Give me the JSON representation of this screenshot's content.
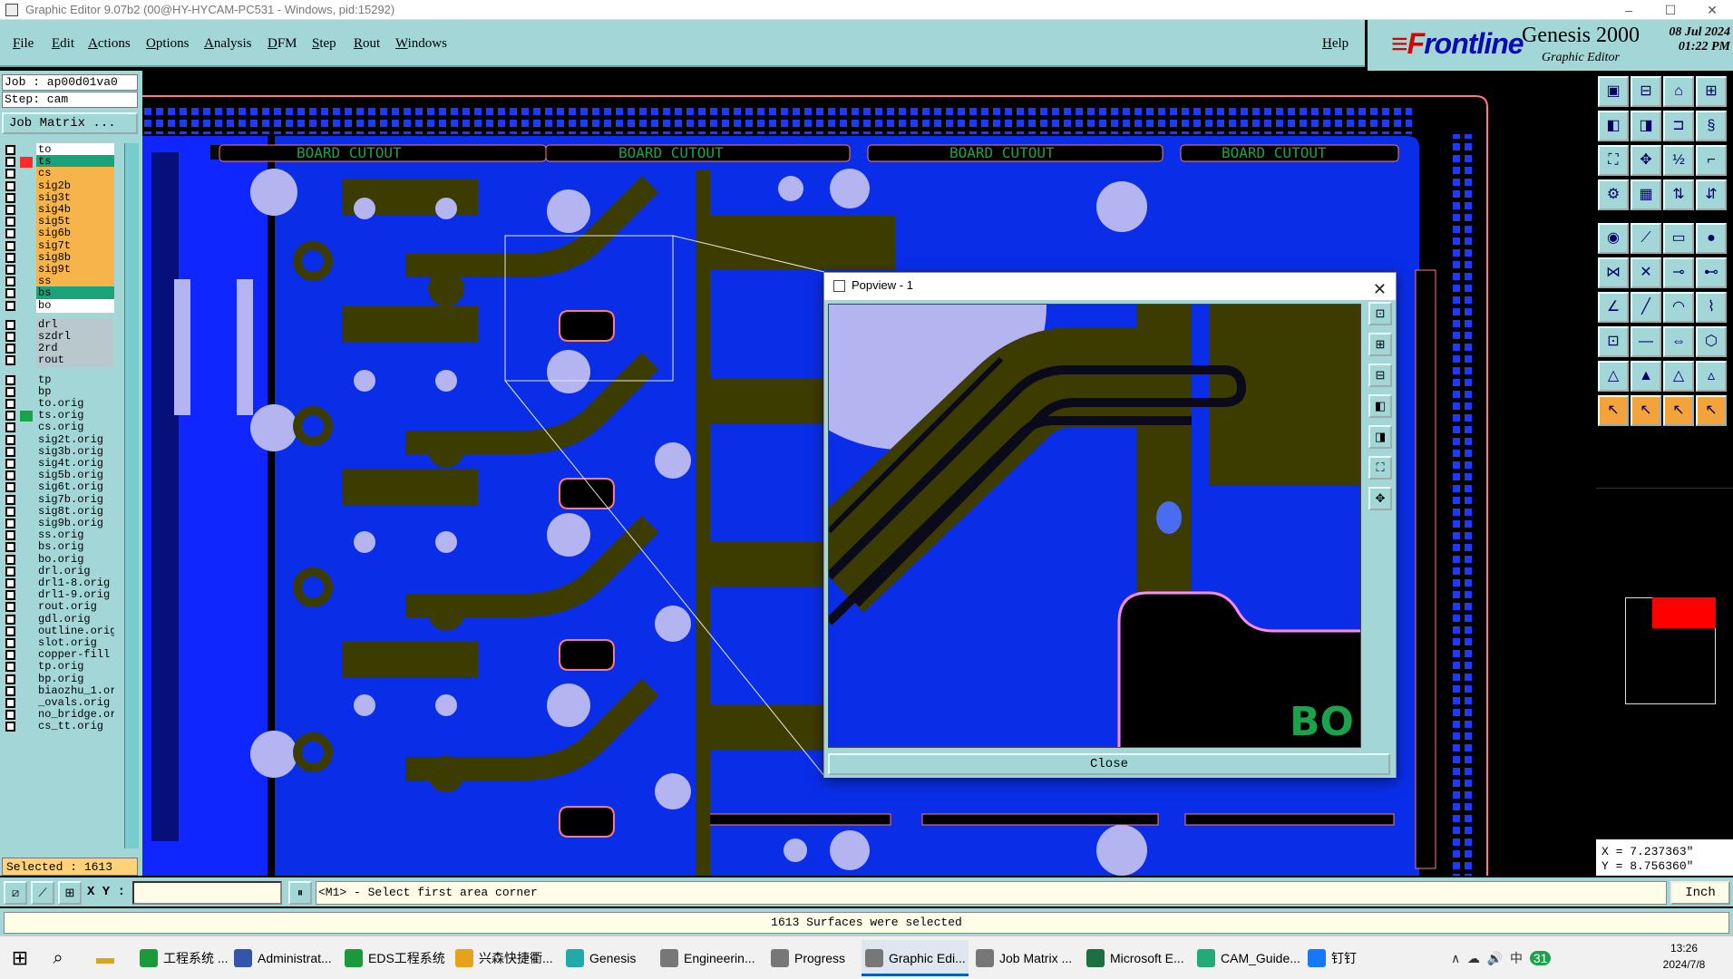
{
  "window": {
    "title": "Graphic Editor 9.07b2 (00@HY-HYCAM-PC531 - Windows, pid:15292)",
    "min": "–",
    "max": "☐",
    "close": "✕"
  },
  "menu": {
    "items": [
      "File",
      "Edit",
      "Actions",
      "Options",
      "Analysis",
      "DFM",
      "Step",
      "Rout",
      "Windows"
    ],
    "help": "Help"
  },
  "brand": {
    "logo_prefix": "≡F",
    "logo": "rontline",
    "product": "Genesis 2000",
    "subtitle": "Graphic Editor",
    "date": "08 Jul 2024",
    "time": "01:22 PM"
  },
  "job": {
    "job_line": "Job : ap00d01va0",
    "step_line": "Step: cam",
    "matrix_button": "Job Matrix ..."
  },
  "layers": [
    {
      "name": "to",
      "color": "#ffffff"
    },
    {
      "name": "ts",
      "color": "#1aa37a"
    },
    {
      "name": "cs",
      "color": "#f7b44a"
    },
    {
      "name": "sig2b",
      "color": "#f7b44a"
    },
    {
      "name": "sig3t",
      "color": "#f7b44a"
    },
    {
      "name": "sig4b",
      "color": "#f7b44a"
    },
    {
      "name": "sig5t",
      "color": "#f7b44a"
    },
    {
      "name": "sig6b",
      "color": "#f7b44a"
    },
    {
      "name": "sig7t",
      "color": "#f7b44a"
    },
    {
      "name": "sig8b",
      "color": "#f7b44a"
    },
    {
      "name": "sig9t",
      "color": "#f7b44a"
    },
    {
      "name": "ss",
      "color": "#f7b44a"
    },
    {
      "name": "bs",
      "color": "#1aa37a"
    },
    {
      "name": "bo",
      "color": "#ffffff"
    },
    {
      "name": "drl",
      "color": "#b8c8cc"
    },
    {
      "name": "szdrl",
      "color": "#b8c8cc"
    },
    {
      "name": "2rd",
      "color": "#b8c8cc"
    },
    {
      "name": "rout",
      "color": "#b8c8cc"
    },
    {
      "name": "tp",
      "color": "#a3d6d6"
    },
    {
      "name": "bp",
      "color": "#a3d6d6"
    },
    {
      "name": "to.orig",
      "color": "#a3d6d6"
    },
    {
      "name": "ts.orig",
      "color": "#a3d6d6"
    },
    {
      "name": "cs.orig",
      "color": "#a3d6d6"
    },
    {
      "name": "sig2t.orig",
      "color": "#a3d6d6"
    },
    {
      "name": "sig3b.orig",
      "color": "#a3d6d6"
    },
    {
      "name": "sig4t.orig",
      "color": "#a3d6d6"
    },
    {
      "name": "sig5b.orig",
      "color": "#a3d6d6"
    },
    {
      "name": "sig6t.orig",
      "color": "#a3d6d6"
    },
    {
      "name": "sig7b.orig",
      "color": "#a3d6d6"
    },
    {
      "name": "sig8t.orig",
      "color": "#a3d6d6"
    },
    {
      "name": "sig9b.orig",
      "color": "#a3d6d6"
    },
    {
      "name": "ss.orig",
      "color": "#a3d6d6"
    },
    {
      "name": "bs.orig",
      "color": "#a3d6d6"
    },
    {
      "name": "bo.orig",
      "color": "#a3d6d6"
    },
    {
      "name": "drl.orig",
      "color": "#a3d6d6"
    },
    {
      "name": "drl1-8.orig",
      "color": "#a3d6d6"
    },
    {
      "name": "drl1-9.orig",
      "color": "#a3d6d6"
    },
    {
      "name": "rout.orig",
      "color": "#a3d6d6"
    },
    {
      "name": "gdl.orig",
      "color": "#a3d6d6"
    },
    {
      "name": "outline.orig",
      "color": "#a3d6d6"
    },
    {
      "name": "slot.orig",
      "color": "#a3d6d6"
    },
    {
      "name": "copper-fill",
      "color": "#a3d6d6"
    },
    {
      "name": "tp.orig",
      "color": "#a3d6d6"
    },
    {
      "name": "bp.orig",
      "color": "#a3d6d6"
    },
    {
      "name": "biaozhu_1.or",
      "color": "#a3d6d6"
    },
    {
      "name": "_ovals.orig",
      "color": "#a3d6d6"
    },
    {
      "name": "no_bridge.or",
      "color": "#a3d6d6"
    },
    {
      "name": "cs_tt.orig",
      "color": "#a3d6d6"
    }
  ],
  "selected": "Selected : 1613",
  "canvas": {
    "cutout_label": "BOARD CUTOUT"
  },
  "popview": {
    "title": "Popview - 1",
    "close_label": "Close",
    "zoom_text": "BO"
  },
  "coords": {
    "x": "X = 7.237363\"",
    "y": "Y = 8.756360\""
  },
  "status": {
    "xy_label": "X Y :",
    "xy_value": "",
    "prompt": "<M1> - Select first area corner",
    "units": "Inch",
    "message": "1613 Surfaces were selected"
  },
  "taskbar": {
    "items": [
      {
        "label": "工程系统 ...",
        "color": "#1a9a3a"
      },
      {
        "label": "Administrat...",
        "color": "#3355aa"
      },
      {
        "label": "EDS工程系统",
        "color": "#1a9a3a"
      },
      {
        "label": "兴森快捷衢...",
        "color": "#e5a21a"
      },
      {
        "label": "Genesis",
        "color": "#2aa"
      },
      {
        "label": "Engineerin...",
        "color": "#777"
      },
      {
        "label": "Progress",
        "color": "#777"
      },
      {
        "label": "Graphic Edi...",
        "color": "#777"
      },
      {
        "label": "Job Matrix ...",
        "color": "#777"
      },
      {
        "label": "Microsoft E...",
        "color": "#1d6f42"
      },
      {
        "label": "CAM_Guide...",
        "color": "#2a7"
      },
      {
        "label": "钉钉",
        "color": "#1677ff"
      }
    ],
    "ime": "中",
    "date": "2024/7/8",
    "time": "13:26",
    "badge": "31"
  },
  "colors": {
    "panel": "#a3d6d6",
    "board_blue": "#0a2ee8",
    "copper": "#3d3c00",
    "pad": "#b4b4f0",
    "outline": "#ff6a6a"
  }
}
